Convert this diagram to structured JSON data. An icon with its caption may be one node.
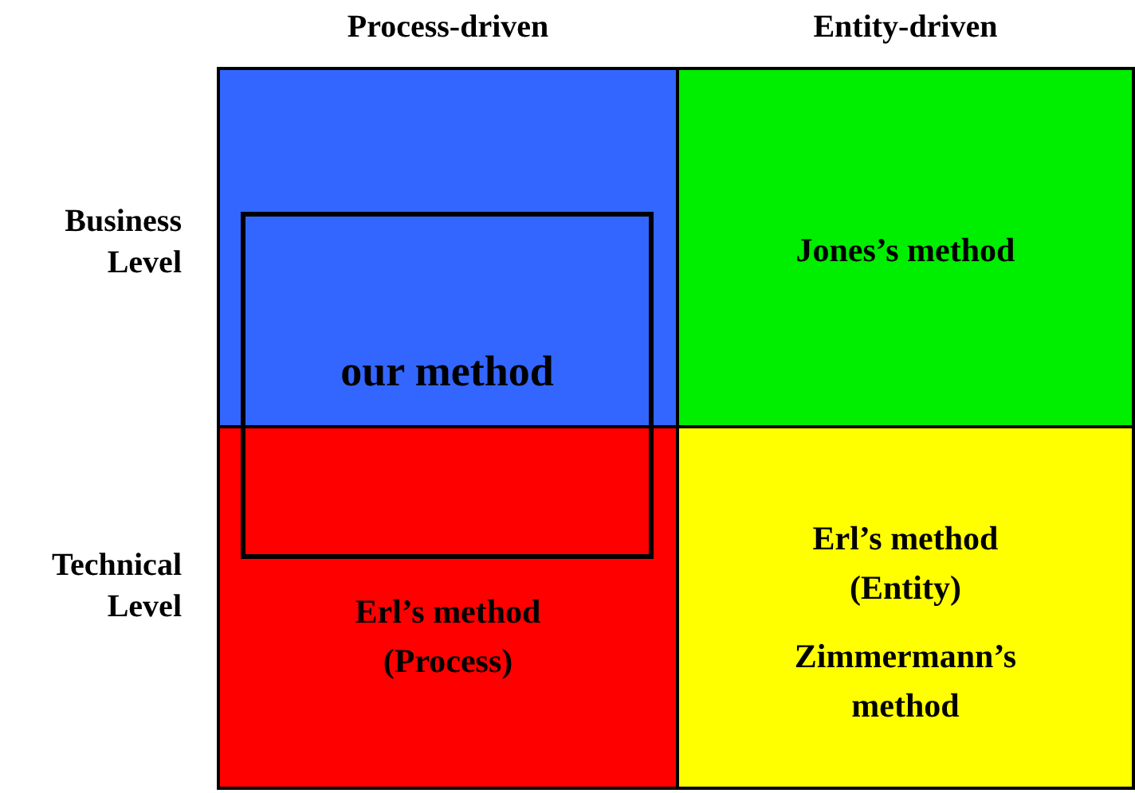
{
  "diagram": {
    "nodes": [
      {
        "text": [],
        "shape": "box"
      },
      {
        "text": [
          "Jones’s method"
        ]
      },
      {
        "text": [
          "our method"
        ]
      },
      {
        "text": [
          "Erl’s method (Process)"
        ]
      },
      {
        "text": [
          "Erl’s method (Entity)",
          "Zimmermann’s method"
        ]
      }
    ],
    "labels": [
      "Process-driven",
      "Entity-driven",
      "Business Level",
      "Technical Level"
    ]
  }
}
